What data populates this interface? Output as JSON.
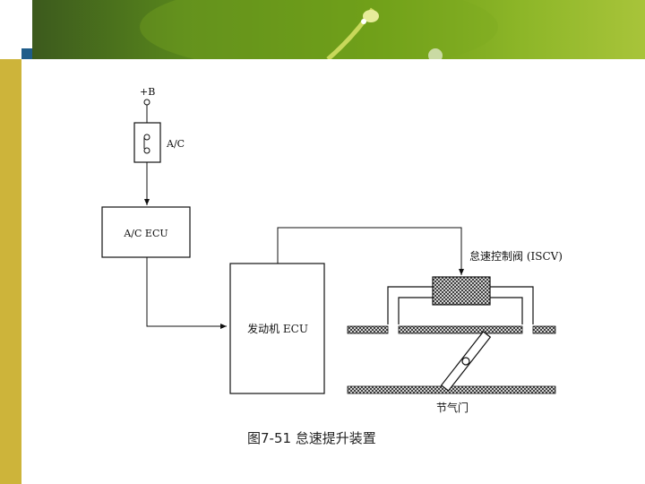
{
  "slide": {
    "colors": {
      "accent_bar": "#cdb43a",
      "banner_green": "#6a9b16",
      "square_blue": "#1f5d8a"
    }
  },
  "diagram": {
    "power_label": "+B",
    "ac_switch_label": "A/C",
    "ac_ecu_label": "A/C ECU",
    "engine_ecu_label": "发动机 ECU",
    "iscv_label": "怠速控制阀 (ISCV)",
    "throttle_label": "节气门",
    "caption": "图7-51  怠速提升装置"
  }
}
